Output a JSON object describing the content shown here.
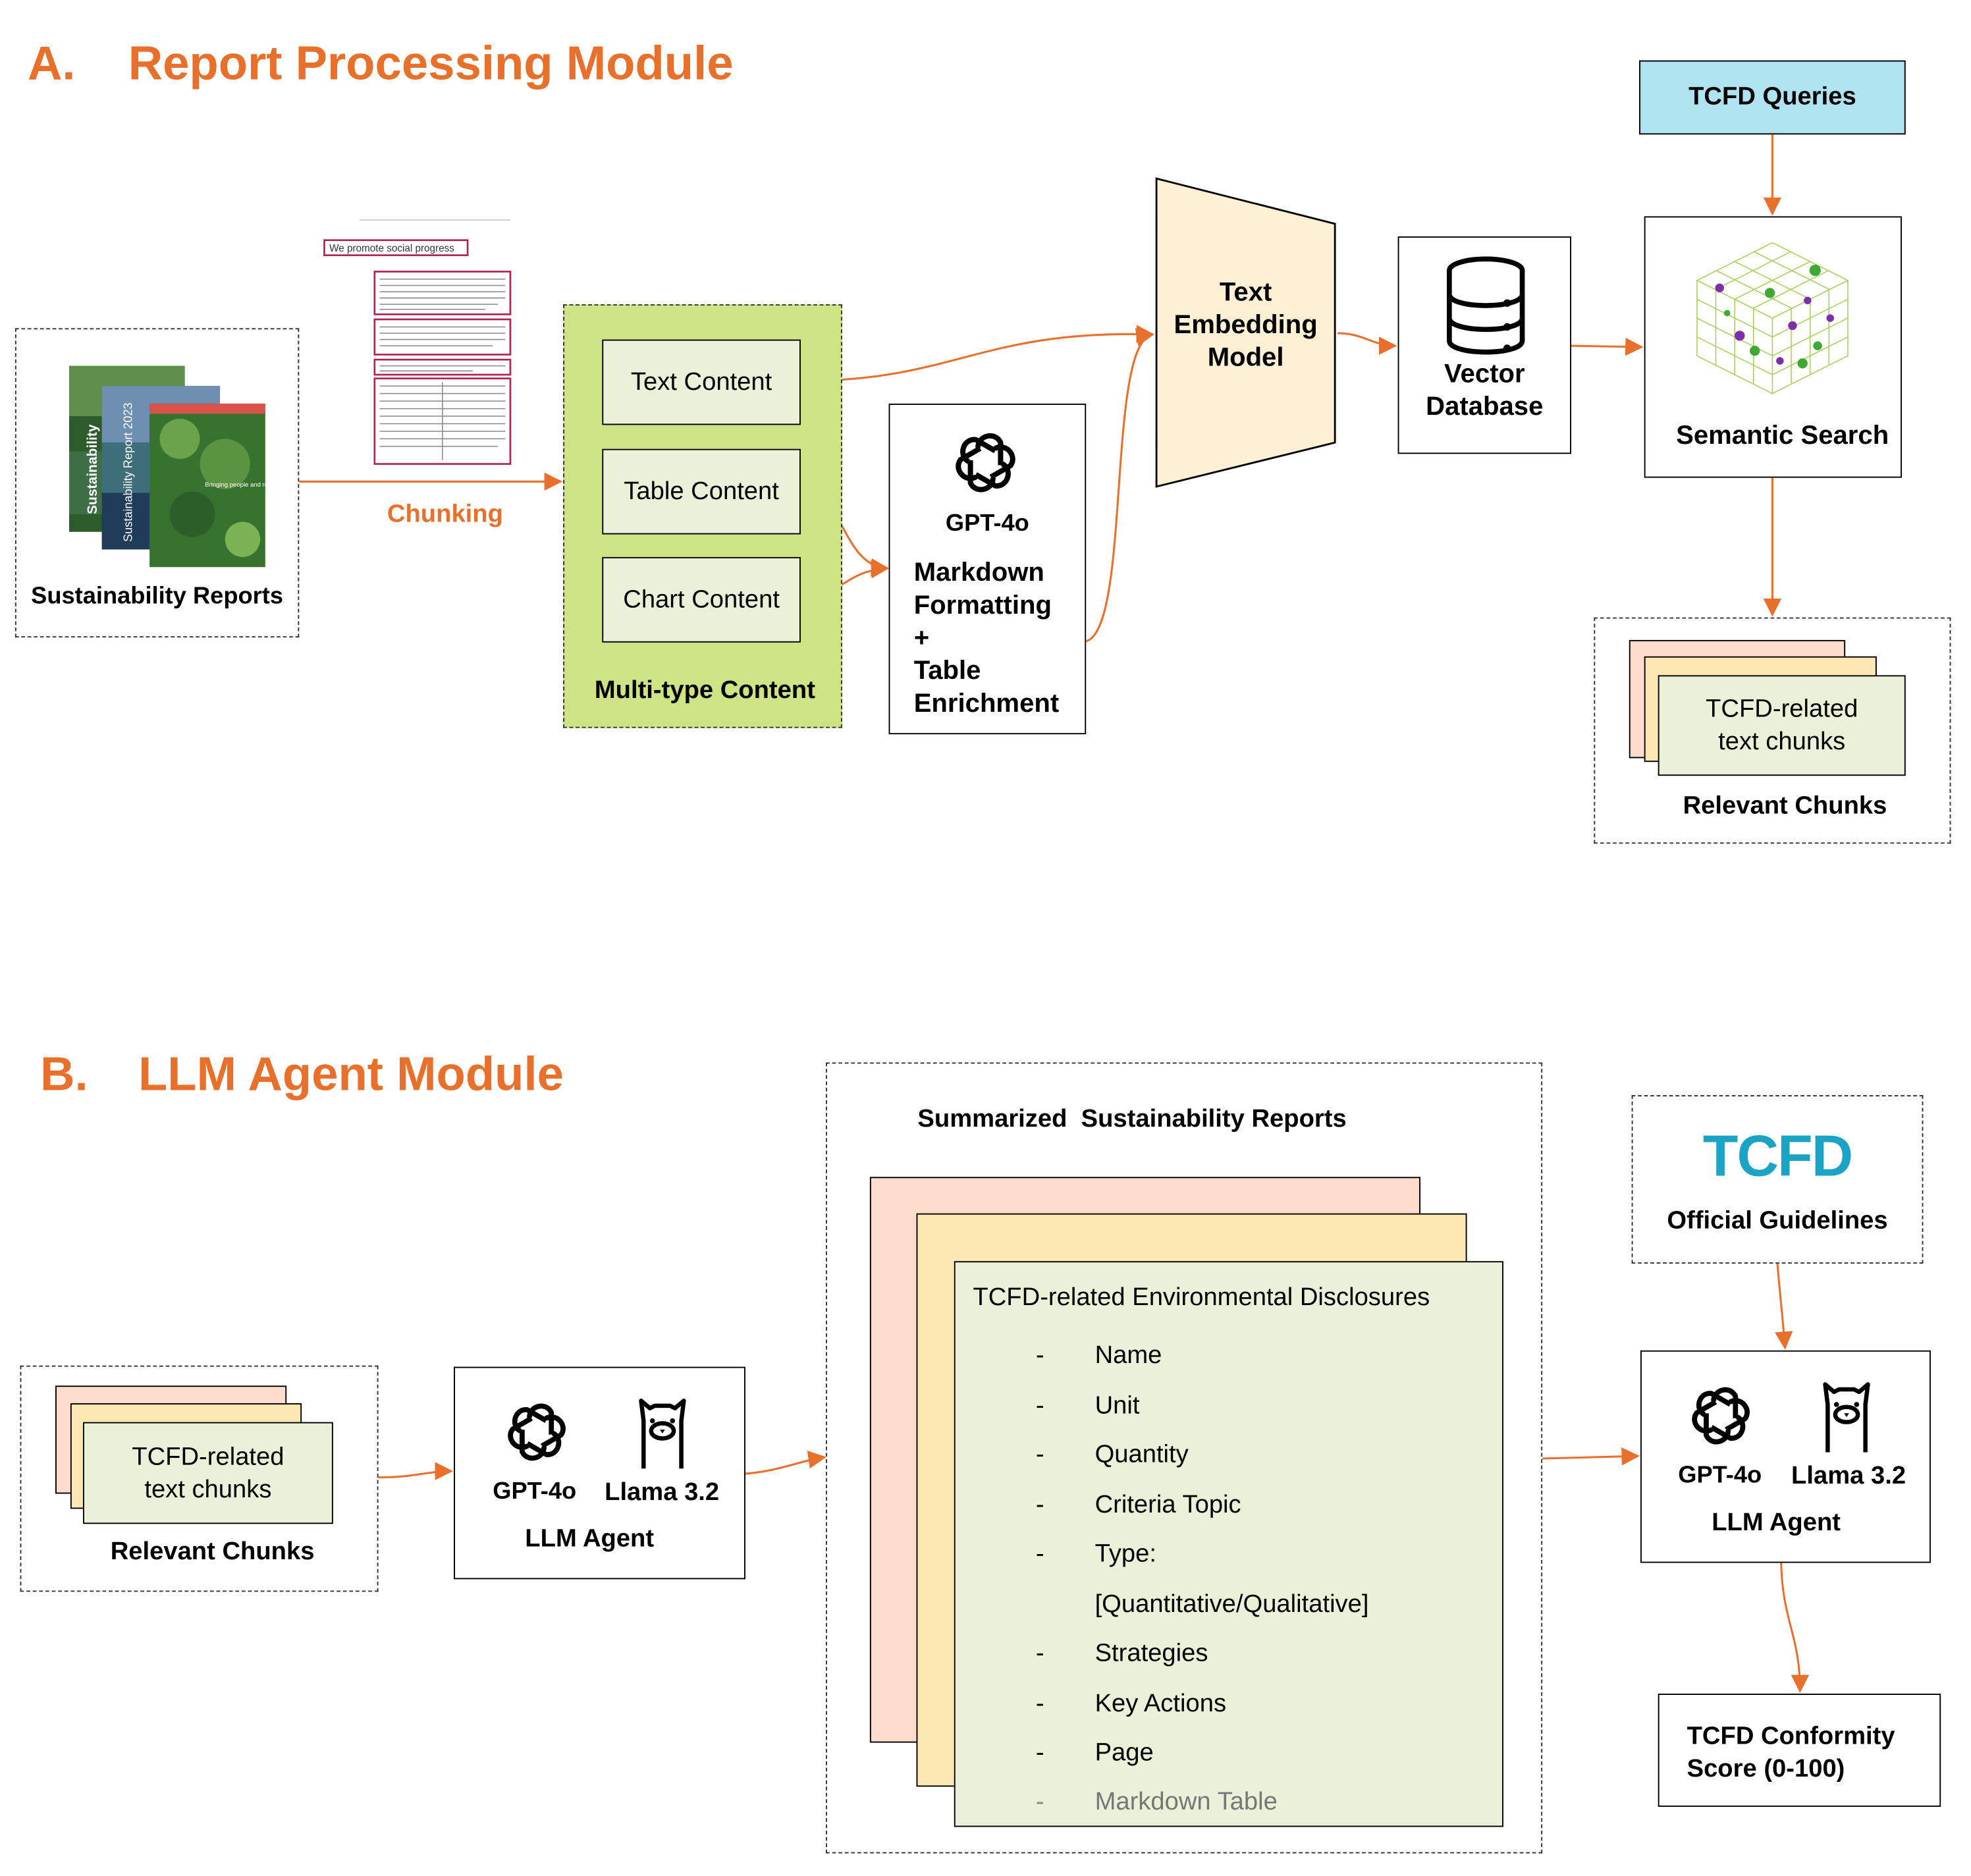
{
  "section_a": {
    "letter": "A.",
    "title": "Report Processing Module",
    "sustainability_reports": "Sustainability Reports",
    "chunking": "Chunking",
    "page_heading": "We promote social progress",
    "cover_1": "Sustainability",
    "cover_2": "Sustainability Report 2023",
    "cover_3": "Bringing people and resources together to build a better world",
    "multi_type_content": "Multi-type Content",
    "text_content": "Text Content",
    "table_content": "Table Content",
    "chart_content": "Chart Content",
    "gpt_label": "GPT-4o",
    "markdown_lines": [
      "Markdown",
      "Formatting",
      "+",
      "Table",
      "Enrichment"
    ],
    "embedding_lines": [
      "Text",
      "Embedding",
      "Model"
    ],
    "vector_lines": [
      "Vector",
      "Database"
    ],
    "tcfd_queries": "TCFD Queries",
    "semantic_search": "Semantic Search",
    "chunk_lines": [
      "TCFD-related",
      "text chunks"
    ],
    "relevant_chunks": "Relevant Chunks"
  },
  "section_b": {
    "letter": "B.",
    "title": "LLM Agent Module",
    "chunk_lines": [
      "TCFD-related",
      "text chunks"
    ],
    "relevant_chunks": "Relevant Chunks",
    "gpt_label": "GPT-4o",
    "llama_label": "Llama 3.2",
    "llm_agent": "LLM Agent",
    "summarized_title": "Summarized  Sustainability Reports",
    "disclosure_title": "TCFD-related Environmental Disclosures",
    "dash": "-",
    "disclosure_items": [
      "Name",
      "Unit",
      "Quantity",
      "Criteria Topic",
      "Type:",
      "[Quantitative/Qualitative]",
      "Strategies",
      "Key Actions",
      "Page",
      "Markdown Table"
    ],
    "tcfd_logo": "TCFD",
    "official_guidelines": "Official Guidelines",
    "score_lines": [
      "TCFD Conformity",
      "Score (0-100)"
    ]
  },
  "colors": {
    "accent": "#e8702a",
    "green_panel": "#cde384",
    "chip_green": "#ebf1d8",
    "embedding_fill": "#fdf0d4",
    "queries_fill": "#aee3ef",
    "card_pink": "#fddccb",
    "card_yellow": "#fde8b4",
    "tcfd_logo": "#1aa3c4"
  }
}
